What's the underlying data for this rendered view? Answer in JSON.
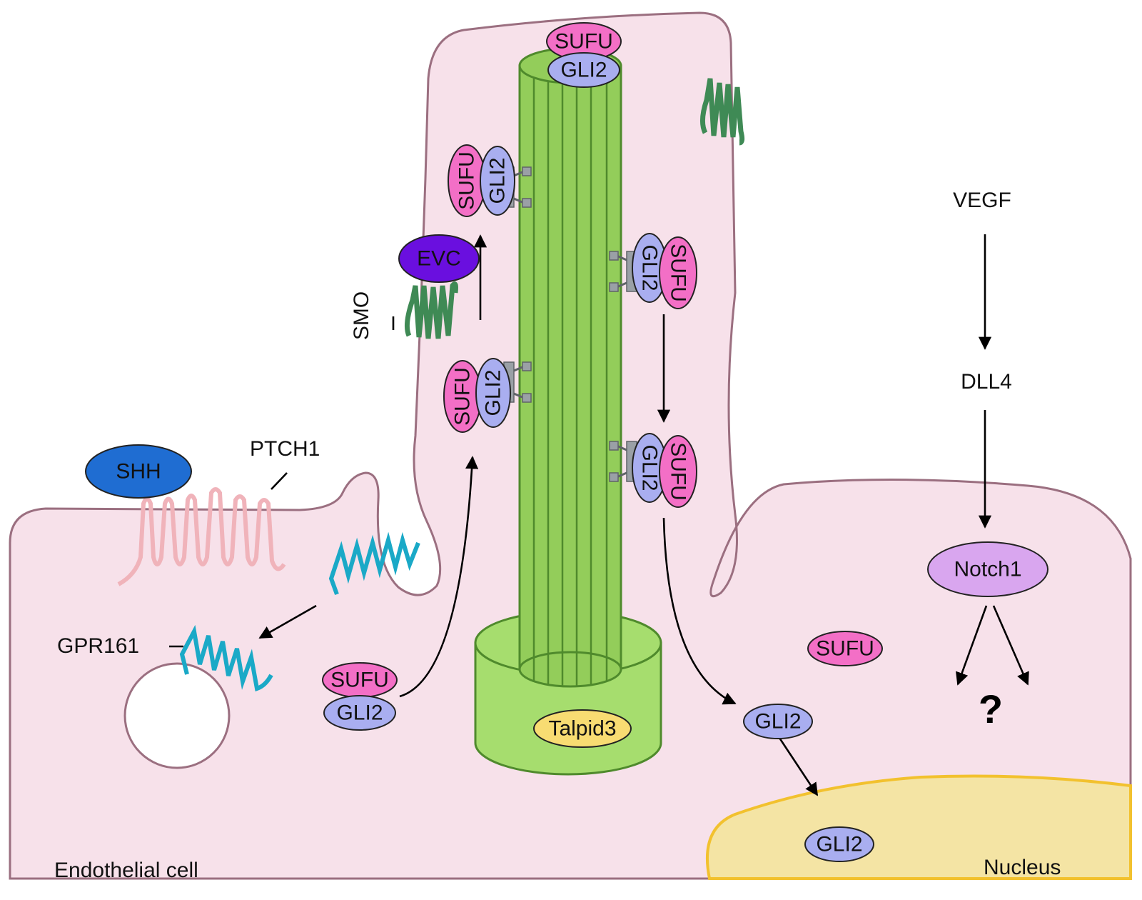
{
  "labels": {
    "cell": "Endothelial cell",
    "nucleus": "Nucleus",
    "shh": "SHH",
    "ptch1": "PTCH1",
    "gpr161": "GPR161",
    "smo": "SMO",
    "evc": "EVC",
    "vegf": "VEGF",
    "dll4": "DLL4",
    "notch1": "Notch1",
    "question": "?",
    "talpid3": "Talpid3",
    "sufu": "SUFU",
    "gli2": "GLI2"
  },
  "colors": {
    "cell_fill": "#f7e1ea",
    "cell_stroke": "#9b6f80",
    "nucleus_fill": "#f4e4a4",
    "nucleus_stroke": "#f2c12e",
    "cilia_fill": "#93cd5a",
    "cilia_stroke": "#4f8a2c",
    "basal_body_fill": "#a6dd6e",
    "sufu": "#f36fc6",
    "gli2": "#a9aef0",
    "shh": "#1f6dd2",
    "evc": "#6a0fdf",
    "notch1": "#d9a6ef",
    "talpid3": "#f8dc72",
    "smo_receptor": "#3f8a55",
    "ptch1_receptor": "#f0b3ba",
    "gpr161_receptor": "#1aa9c7"
  }
}
